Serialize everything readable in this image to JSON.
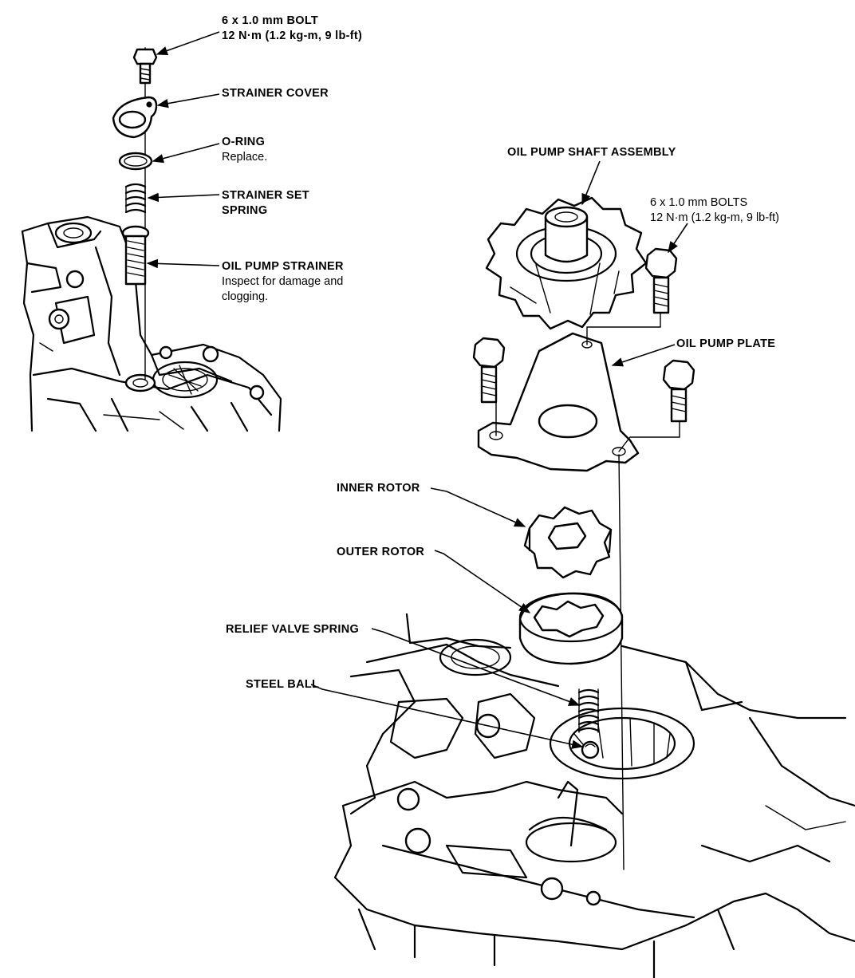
{
  "callouts": {
    "bolt_top": {
      "title": "6 x 1.0 mm BOLT",
      "note": "12 N·m (1.2 kg-m, 9 lb-ft)"
    },
    "strainer_cover": {
      "title": "STRAINER COVER"
    },
    "o_ring": {
      "title": "O-RING",
      "note": "Replace."
    },
    "strainer_set_spring": {
      "title_line1": "STRAINER SET",
      "title_line2": "SPRING"
    },
    "oil_pump_strainer": {
      "title": "OIL PUMP STRAINER",
      "note_line1": "Inspect for damage and",
      "note_line2": "clogging."
    },
    "oil_pump_shaft_assembly": {
      "title": "OIL PUMP SHAFT ASSEMBLY"
    },
    "bolts_right": {
      "title": "6 x 1.0 mm BOLTS",
      "note": "12 N·m (1.2 kg-m, 9 lb-ft)"
    },
    "oil_pump_plate": {
      "title": "OIL PUMP PLATE"
    },
    "inner_rotor": {
      "title": "INNER ROTOR"
    },
    "outer_rotor": {
      "title": "OUTER ROTOR"
    },
    "relief_valve_spring": {
      "title": "RELIEF VALVE SPRING"
    },
    "steel_ball": {
      "title": "STEEL BALL"
    }
  },
  "colors": {
    "ink": "#000000",
    "paper": "#ffffff"
  }
}
